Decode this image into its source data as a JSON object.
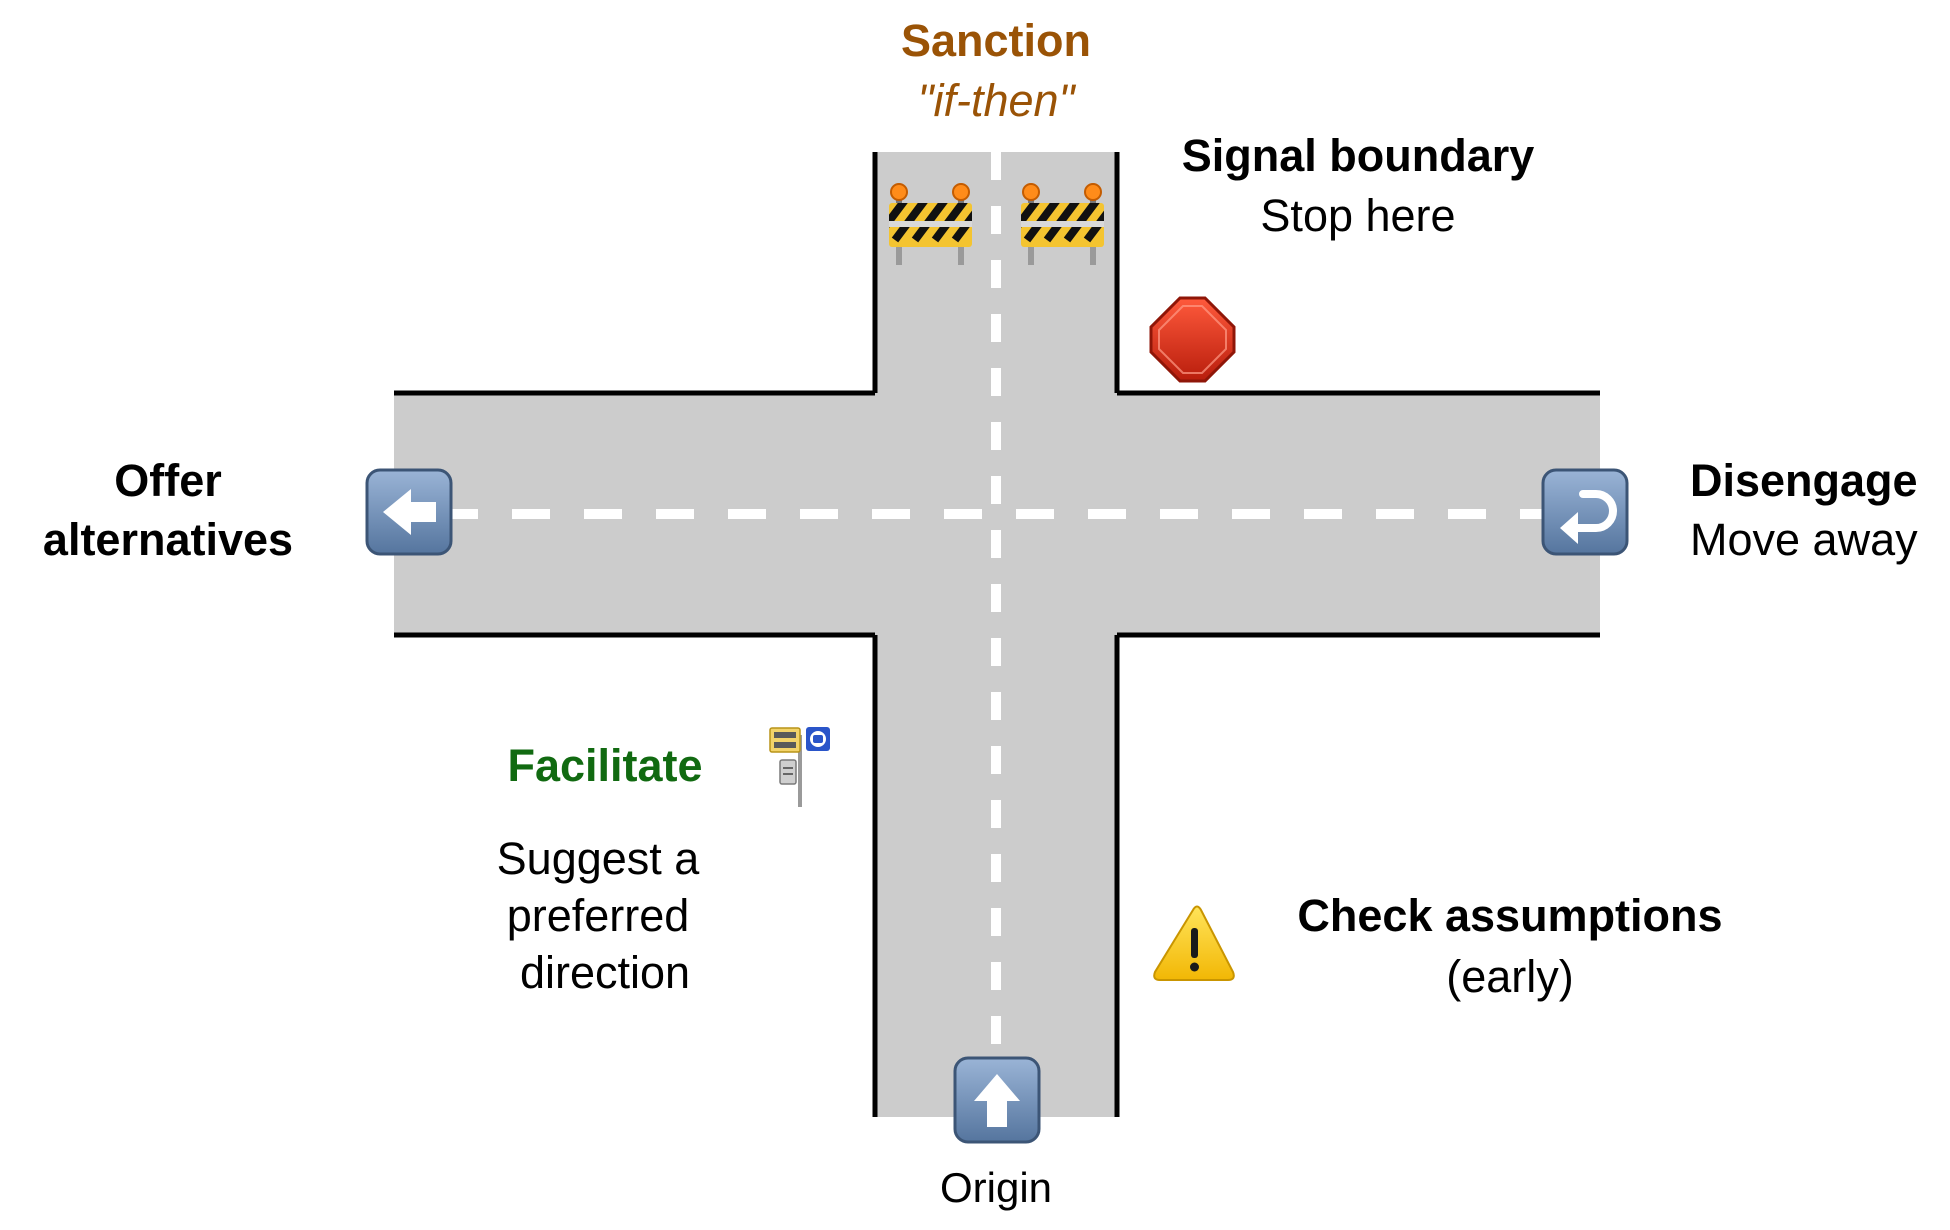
{
  "colors": {
    "road": "#cccccc",
    "edge": "#000000",
    "dash": "#ffffff",
    "sanction": "#9a5306",
    "facilitate": "#116a11",
    "stop_sign": "#cf2a15",
    "warning": "#f5c518",
    "arrow_tile": "#6b8bb3"
  },
  "icons": {
    "barrier_left": "construction-barrier-icon",
    "barrier_right": "construction-barrier-icon",
    "stop": "stop-sign-icon",
    "left": "left-arrow-icon",
    "return": "return-arrow-icon",
    "up": "up-arrow-icon",
    "bus_stop": "bus-stop-icon",
    "warning": "warning-icon"
  },
  "labels": {
    "sanction": {
      "title": "Sanction",
      "subtitle": "\"if-then\""
    },
    "signal_boundary": {
      "title": "Signal boundary",
      "subtitle": "Stop here"
    },
    "offer_alternatives": {
      "line1": "Offer",
      "line2": "alternatives"
    },
    "disengage": {
      "title": "Disengage",
      "subtitle": "Move away"
    },
    "facilitate": {
      "title": "Facilitate",
      "line1": "Suggest a",
      "line2": "preferred",
      "line3": "direction"
    },
    "check_assumptions": {
      "title": "Check assumptions",
      "subtitle": "(early)"
    },
    "origin": "Origin"
  }
}
